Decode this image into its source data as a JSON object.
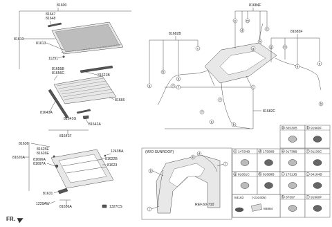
{
  "labels": {
    "p81600": "81600",
    "p81647": "81647",
    "p81648": "81648",
    "p81610": "81610",
    "p81613": "81613",
    "p11291": "11291",
    "p81655B": "81655B",
    "p81656C": "81656C",
    "p81621B": "81621B",
    "p81666": "81666",
    "p81643A": "81643A",
    "p81641G": "81641G",
    "p81642A": "81642A",
    "p81641F": "81641F",
    "p81636": "81636",
    "p81625E": "81625E",
    "p81626E": "81626E",
    "p81620A": "81620A",
    "p81696A": "81696A",
    "p81697A": "81697A",
    "p1243BA": "1243BA",
    "p81622B": "81622B",
    "p81623": "81623",
    "p81631": "81631",
    "p1229AW": "1229AW",
    "p81636A": "81636A",
    "p1327CS": "1327CS",
    "p81684F": "81684F",
    "p81682B": "81682B",
    "p81683F": "81683F",
    "p81682C": "81682C",
    "no_sunroof": "(W/O SUNROOF)",
    "ref": "REF.60-710",
    "fr": "FR."
  },
  "table": {
    "cells": [
      {
        "letter": "a",
        "part": "83530B"
      },
      {
        "letter": "b",
        "part": "91960F"
      },
      {
        "letter": "c",
        "part": "1472NB"
      },
      {
        "letter": "d",
        "part": "17590B"
      },
      {
        "letter": "e",
        "part": "91738B"
      },
      {
        "letter": "f",
        "part": "91136C"
      },
      {
        "letter": "g",
        "part": "81691C"
      },
      {
        "letter": "h",
        "part": "81688B"
      },
      {
        "letter": "i",
        "part": "1731JB"
      },
      {
        "letter": "j",
        "part": "84184B"
      },
      {
        "letter": "k",
        "part": "87397"
      },
      {
        "letter": "l",
        "part": "91960F"
      }
    ],
    "p84183": "84183",
    "date_note": "(-210405)",
    "p85884": "85884"
  },
  "callouts": {
    "a": "a",
    "b": "b",
    "c": "c",
    "d": "d",
    "e": "e",
    "f": "f",
    "g": "g",
    "h": "h",
    "i": "i",
    "j": "j",
    "k": "k",
    "l": "l",
    "m": "m"
  }
}
